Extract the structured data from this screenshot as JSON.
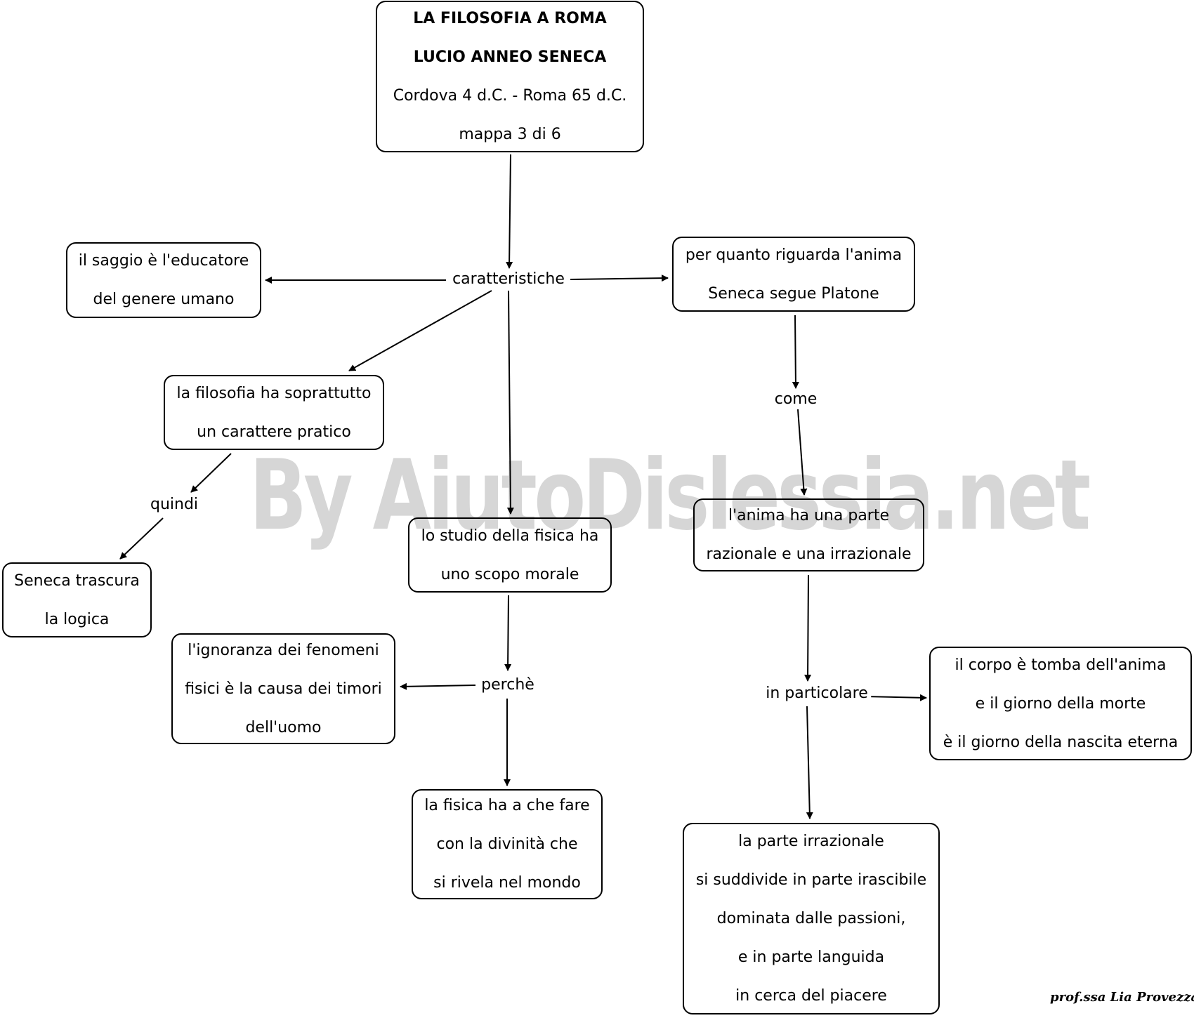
{
  "watermark": "By AiutoDislessia.net",
  "signature": "prof.ssa Lia Provezza",
  "nodes": {
    "title": [
      "LA FILOSOFIA A ROMA",
      "LUCIO ANNEO SENECA",
      "Cordova 4 d.C. - Roma 65 d.C.",
      "mappa 3 di 6"
    ],
    "saggio": [
      "il saggio è l'educatore",
      "del genere umano"
    ],
    "anima_platone": [
      "per quanto riguarda l'anima",
      "Seneca segue Platone"
    ],
    "filosofia_pratica": [
      "la filosofia ha soprattutto",
      "un carattere pratico"
    ],
    "seneca_logica": [
      "Seneca trascura",
      "la logica"
    ],
    "studio_fisica": [
      "lo studio della fisica ha",
      "uno scopo morale"
    ],
    "anima_parti": [
      "l'anima ha una parte",
      "razionale e una irrazionale"
    ],
    "ignoranza": [
      "l'ignoranza dei fenomeni",
      "fisici è la causa dei timori",
      "dell'uomo"
    ],
    "corpo_tomba": [
      "il corpo è tomba dell'anima",
      "e il giorno della morte",
      "è il giorno della nascita eterna"
    ],
    "fisica_divinita": [
      "la fisica ha a che fare",
      "con la divinità che",
      "si rivela nel mondo"
    ],
    "parte_irrazionale": [
      "la parte irrazionale",
      "si suddivide in parte irascibile",
      "dominata dalle passioni,",
      "e in parte languida",
      "in cerca del piacere"
    ]
  },
  "labels": {
    "caratteristiche": "caratteristiche",
    "come": "come",
    "quindi": "quindi",
    "perche": "perchè",
    "in_particolare": "in particolare"
  }
}
